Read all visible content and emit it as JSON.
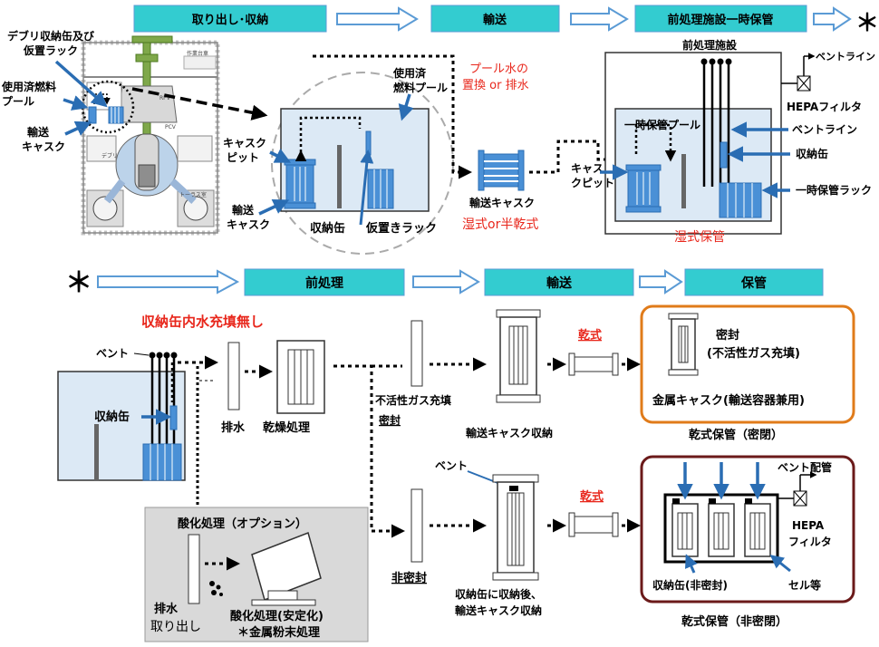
{
  "colors": {
    "header_fill": "#33ccd0",
    "blue_fill": "#4a90d6",
    "blue_dark": "#2a6db3",
    "pool_fill": "#dce9f5",
    "red": "#e8271c",
    "orange": "#e07b1a",
    "maroon": "#6b1a1a",
    "gray_box": "#d9d9d9"
  },
  "top": {
    "stage1": "取り出し･収納",
    "stage2": "輸送",
    "stage3": "前処理施設一時保管",
    "asterisk": "＊",
    "reactor": {
      "debris_rack": [
        "デブリ収納缶及び",
        "仮置ラック"
      ],
      "spent_fuel_pool": [
        "使用済燃料",
        "プール"
      ],
      "transport_cask": [
        "輸送",
        "キャスク"
      ],
      "small_tags": [
        "作業台車",
        "RPV",
        "PCV",
        "デブリ",
        "トーラス室"
      ]
    },
    "pool_detail": {
      "spent_fuel_pool": [
        "使用済",
        "燃料プール"
      ],
      "cask_pit": [
        "キャスク",
        "ピット"
      ],
      "transport_cask": [
        "輸送",
        "キャスク"
      ],
      "canister": "収納缶",
      "temp_rack": "仮置きラック"
    },
    "pool_water": [
      "プール水の",
      "置換 or 排水"
    ],
    "transport_cask_label": "輸送キャスク",
    "wet_semi_dry": "湿式or半乾式",
    "facility": {
      "title": "前処理施設",
      "vent_line_top": "ベントライン",
      "hepa": "HEPAフィルタ",
      "temp_pool": "一時保管プール",
      "vent_line": "ベントライン",
      "canister": "収納缶",
      "temp_rack": "一時保管ラック",
      "cask_pit": [
        "キャス",
        "クピット"
      ],
      "wet_storage": "湿式保管"
    }
  },
  "bottom": {
    "asterisk": "＊",
    "stage1": "前処理",
    "stage2": "輸送",
    "stage3": "保管",
    "no_water": "収納缶内水充填無し",
    "vent": "ベント",
    "canister": "収納缶",
    "drain": "排水",
    "dry_process": "乾燥処理",
    "inert_gas": "不活性ガス充填",
    "sealed": "密封",
    "cask_storage": "輸送キャスク収納",
    "dry1": "乾式",
    "sealed_title": [
      "密封",
      "(不活性ガス充填)"
    ],
    "metal_cask": "金属キャスク(輸送容器兼用)",
    "dry_storage_sealed": "乾式保管（密閉）",
    "vent2": "ベント",
    "unsealed": "非密封",
    "canister_then_cask": [
      "収納缶に収納後、",
      "輸送キャスク収納"
    ],
    "dry2": "乾式",
    "vent_piping": "ベント配管",
    "hepa_filter": [
      "HEPA",
      "フィルタ"
    ],
    "canister_unsealed": "収納缶(非密封)",
    "cell": "セル等",
    "dry_storage_unsealed": "乾式保管（非密閉）",
    "oxidation": "酸化処理（オプション）",
    "drain2": "排水",
    "remove": "取り出し",
    "oxidation_stable": "酸化処理(安定化)",
    "metal_powder": "＊金属粉末処理"
  }
}
